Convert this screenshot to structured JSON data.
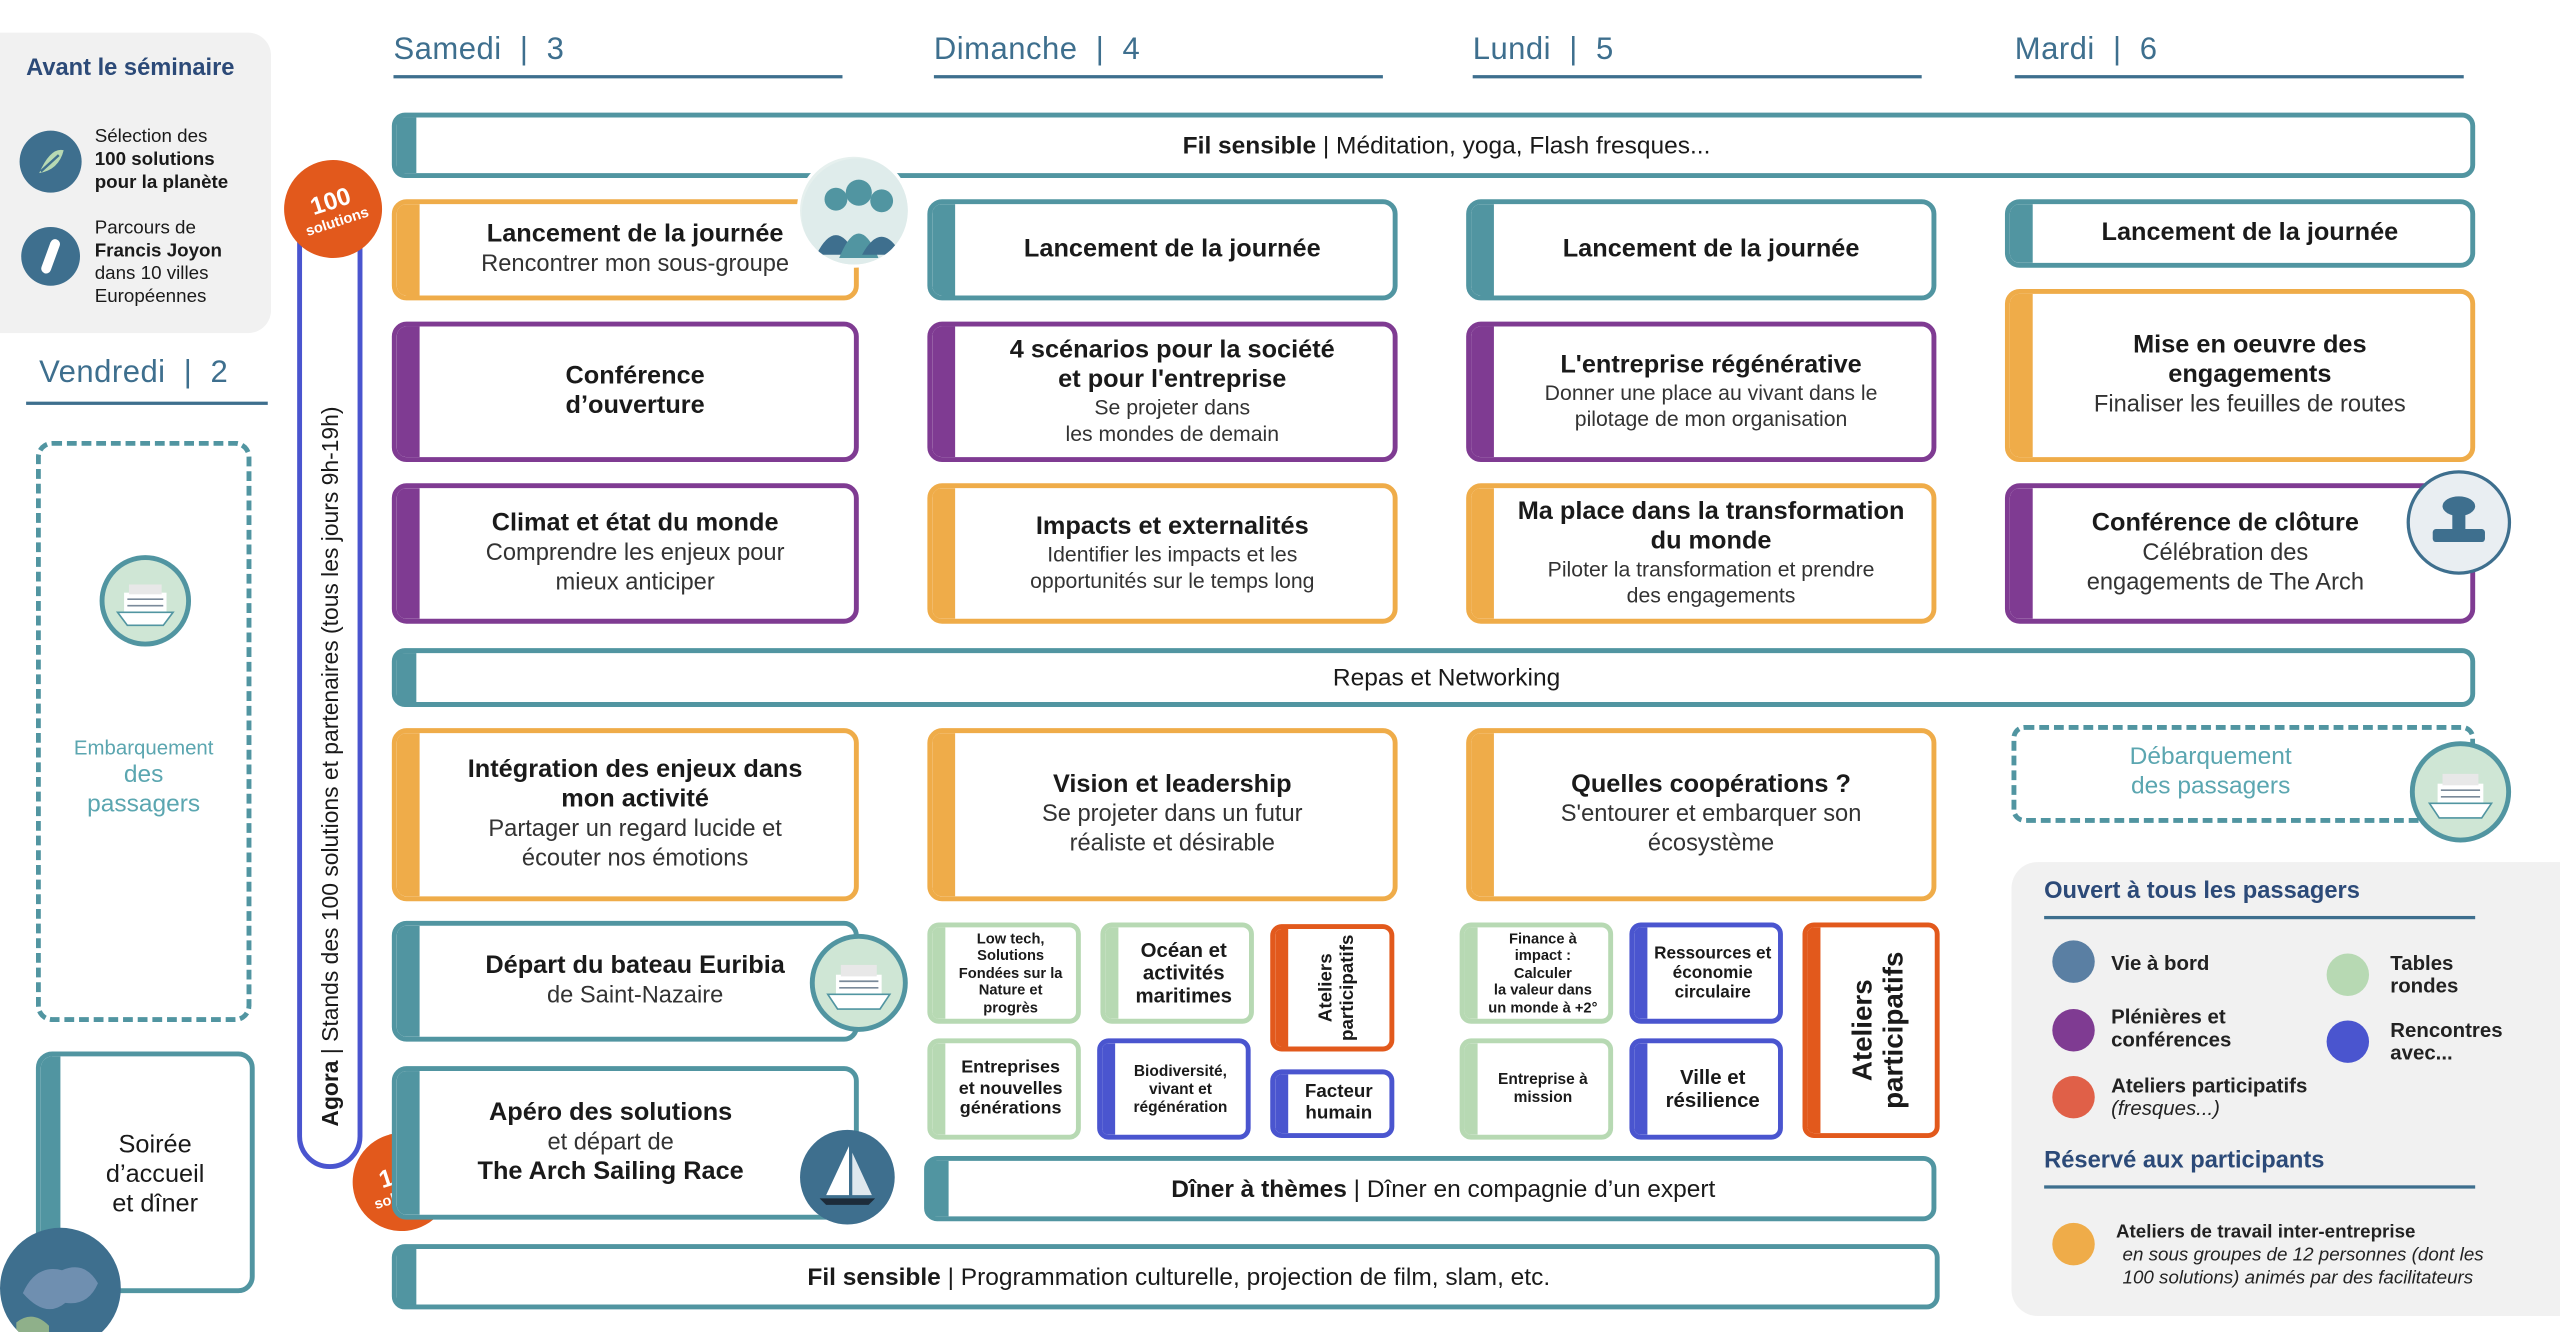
{
  "pre": {
    "title": "Avant le séminaire",
    "item1": {
      "line1": "Sélection des",
      "line2": "100 solutions",
      "line3": "pour la planète"
    },
    "item2": {
      "line1": "Parcours de",
      "line2": "Francis Joyon",
      "line3": "dans 10 villes",
      "line4": "Européennes"
    }
  },
  "days": {
    "friday": "Vendredi  |  2",
    "saturday": "Samedi  |  3",
    "sunday": "Dimanche  |  4",
    "monday": "Lundi  |  5",
    "tuesday": "Mardi  |  6"
  },
  "friday": {
    "boarding": {
      "line1": "Embarquement",
      "line2": "des",
      "line3": "passagers"
    },
    "evening": {
      "line1": "Soirée",
      "line2": "d’accueil",
      "line3": "et dîner"
    }
  },
  "agora": {
    "bold": "Agora",
    "rest": " | Stands des 100 solutions et partenaires (tous les jours 9h-19h)"
  },
  "badge": {
    "num": "100",
    "word": "solutions"
  },
  "fil_top": {
    "bold": "Fil sensible",
    "rest": " | Méditation, yoga, Flash fresques..."
  },
  "meal": "Repas et Networking",
  "saturday": {
    "s1": {
      "title": "Lancement de la journée",
      "sub": "Rencontrer mon sous-groupe"
    },
    "s2": {
      "title1": "Conférence",
      "title2": "d’ouverture"
    },
    "s3": {
      "title": "Climat et état du monde",
      "sub1": "Comprendre les enjeux pour",
      "sub2": "mieux anticiper"
    },
    "s4": {
      "title1": "Intégration des enjeux dans",
      "title2": "mon activité",
      "sub1": "Partager un regard lucide et",
      "sub2": "écouter nos émotions"
    },
    "s5": {
      "title": "Départ du bateau Euribia",
      "sub": "de Saint-Nazaire"
    },
    "s6": {
      "title1": "Apéro des solutions",
      "sub": "et départ de",
      "title2": "The Arch Sailing Race"
    }
  },
  "sunday": {
    "s1": {
      "title": "Lancement de la journée"
    },
    "s2": {
      "title1": "4 scénarios pour la société",
      "title2": "et pour l'entreprise",
      "sub1": "Se projeter dans",
      "sub2": "les mondes de demain"
    },
    "s3": {
      "title": "Impacts et externalités",
      "sub1": "Identifier les impacts et les",
      "sub2": "opportunités sur le temps long"
    },
    "s4": {
      "title": "Vision et leadership",
      "sub1": "Se projeter dans un futur",
      "sub2": "réaliste et désirable"
    },
    "w1": {
      "l1": "Low tech,",
      "l2": "Solutions",
      "l3": "Fondées sur la",
      "l4": "Nature et",
      "l5": "progrès"
    },
    "w2": {
      "l1": "Océan et",
      "l2": "activités",
      "l3": "maritimes"
    },
    "w3": {
      "l1": "Ateliers",
      "l2": "participatifs"
    },
    "w4": {
      "l1": "Entreprises",
      "l2": "et nouvelles",
      "l3": "générations"
    },
    "w5": {
      "l1": "Biodiversité,",
      "l2": "vivant et",
      "l3": "régénération"
    },
    "w6": {
      "l1": "Facteur",
      "l2": "humain"
    }
  },
  "monday": {
    "s1": {
      "title": "Lancement de la journée"
    },
    "s2": {
      "title": "L'entreprise régénérative",
      "sub1": "Donner une place au vivant dans le",
      "sub2": "pilotage de mon organisation"
    },
    "s3": {
      "title1": "Ma place dans la transformation",
      "title2": "du monde",
      "sub1": "Piloter la transformation et prendre",
      "sub2": "des engagements"
    },
    "s4": {
      "title": "Quelles coopérations ?",
      "sub1": "S'entourer et embarquer son",
      "sub2": "écosystème"
    },
    "w1": {
      "l1": "Finance à",
      "l2": "impact : Calculer",
      "l3": "la valeur dans",
      "l4": "un monde à +2°"
    },
    "w2": {
      "l1": "Ressources et",
      "l2": "économie",
      "l3": "circulaire"
    },
    "w3": {
      "l1": "Ateliers",
      "l2": "participatifs"
    },
    "w4": {
      "l1": "Entreprise à",
      "l2": "mission"
    },
    "w5": {
      "l1": "Ville et",
      "l2": "résilience"
    }
  },
  "dinner": {
    "bold": "Dîner à thèmes",
    "rest": " | Dîner en compagnie d’un expert"
  },
  "fil_bottom": {
    "bold": "Fil sensible",
    "rest": " | Programmation culturelle, projection de film, slam, etc."
  },
  "tuesday": {
    "s1": {
      "title": "Lancement de la journée"
    },
    "s2": {
      "title1": "Mise en oeuvre des",
      "title2": "engagements",
      "sub": "Finaliser les feuilles de routes"
    },
    "s3": {
      "title": "Conférence de clôture",
      "sub1": "Célébration des",
      "sub2": "engagements de The Arch"
    },
    "disembark": {
      "line1": "Débarquement",
      "line2": "des passagers"
    }
  },
  "legend": {
    "open_title": "Ouvert à tous les passagers",
    "vie": "Vie à bord",
    "tables1": "Tables",
    "tables2": "rondes",
    "plen1": "Plénières et",
    "plen2": "conférences",
    "renc1": "Rencontres",
    "renc2": "avec...",
    "atel1": "Ateliers participatifs",
    "atel2": "(fresques...)",
    "reserved_title": "Réservé aux participants",
    "work1": "Ateliers de travail inter-entreprise",
    "work2": "en sous groupes de 12 personnes (dont les",
    "work3": "100 solutions) animés par des facilitateurs"
  },
  "colors": {
    "teal": "#5195a1",
    "purple": "#7f3b92",
    "orange": "#efac49",
    "red": "#e2591c",
    "green": "#b7d9b3",
    "blue": "#4a55cf",
    "navy": "#3e6f8e"
  }
}
